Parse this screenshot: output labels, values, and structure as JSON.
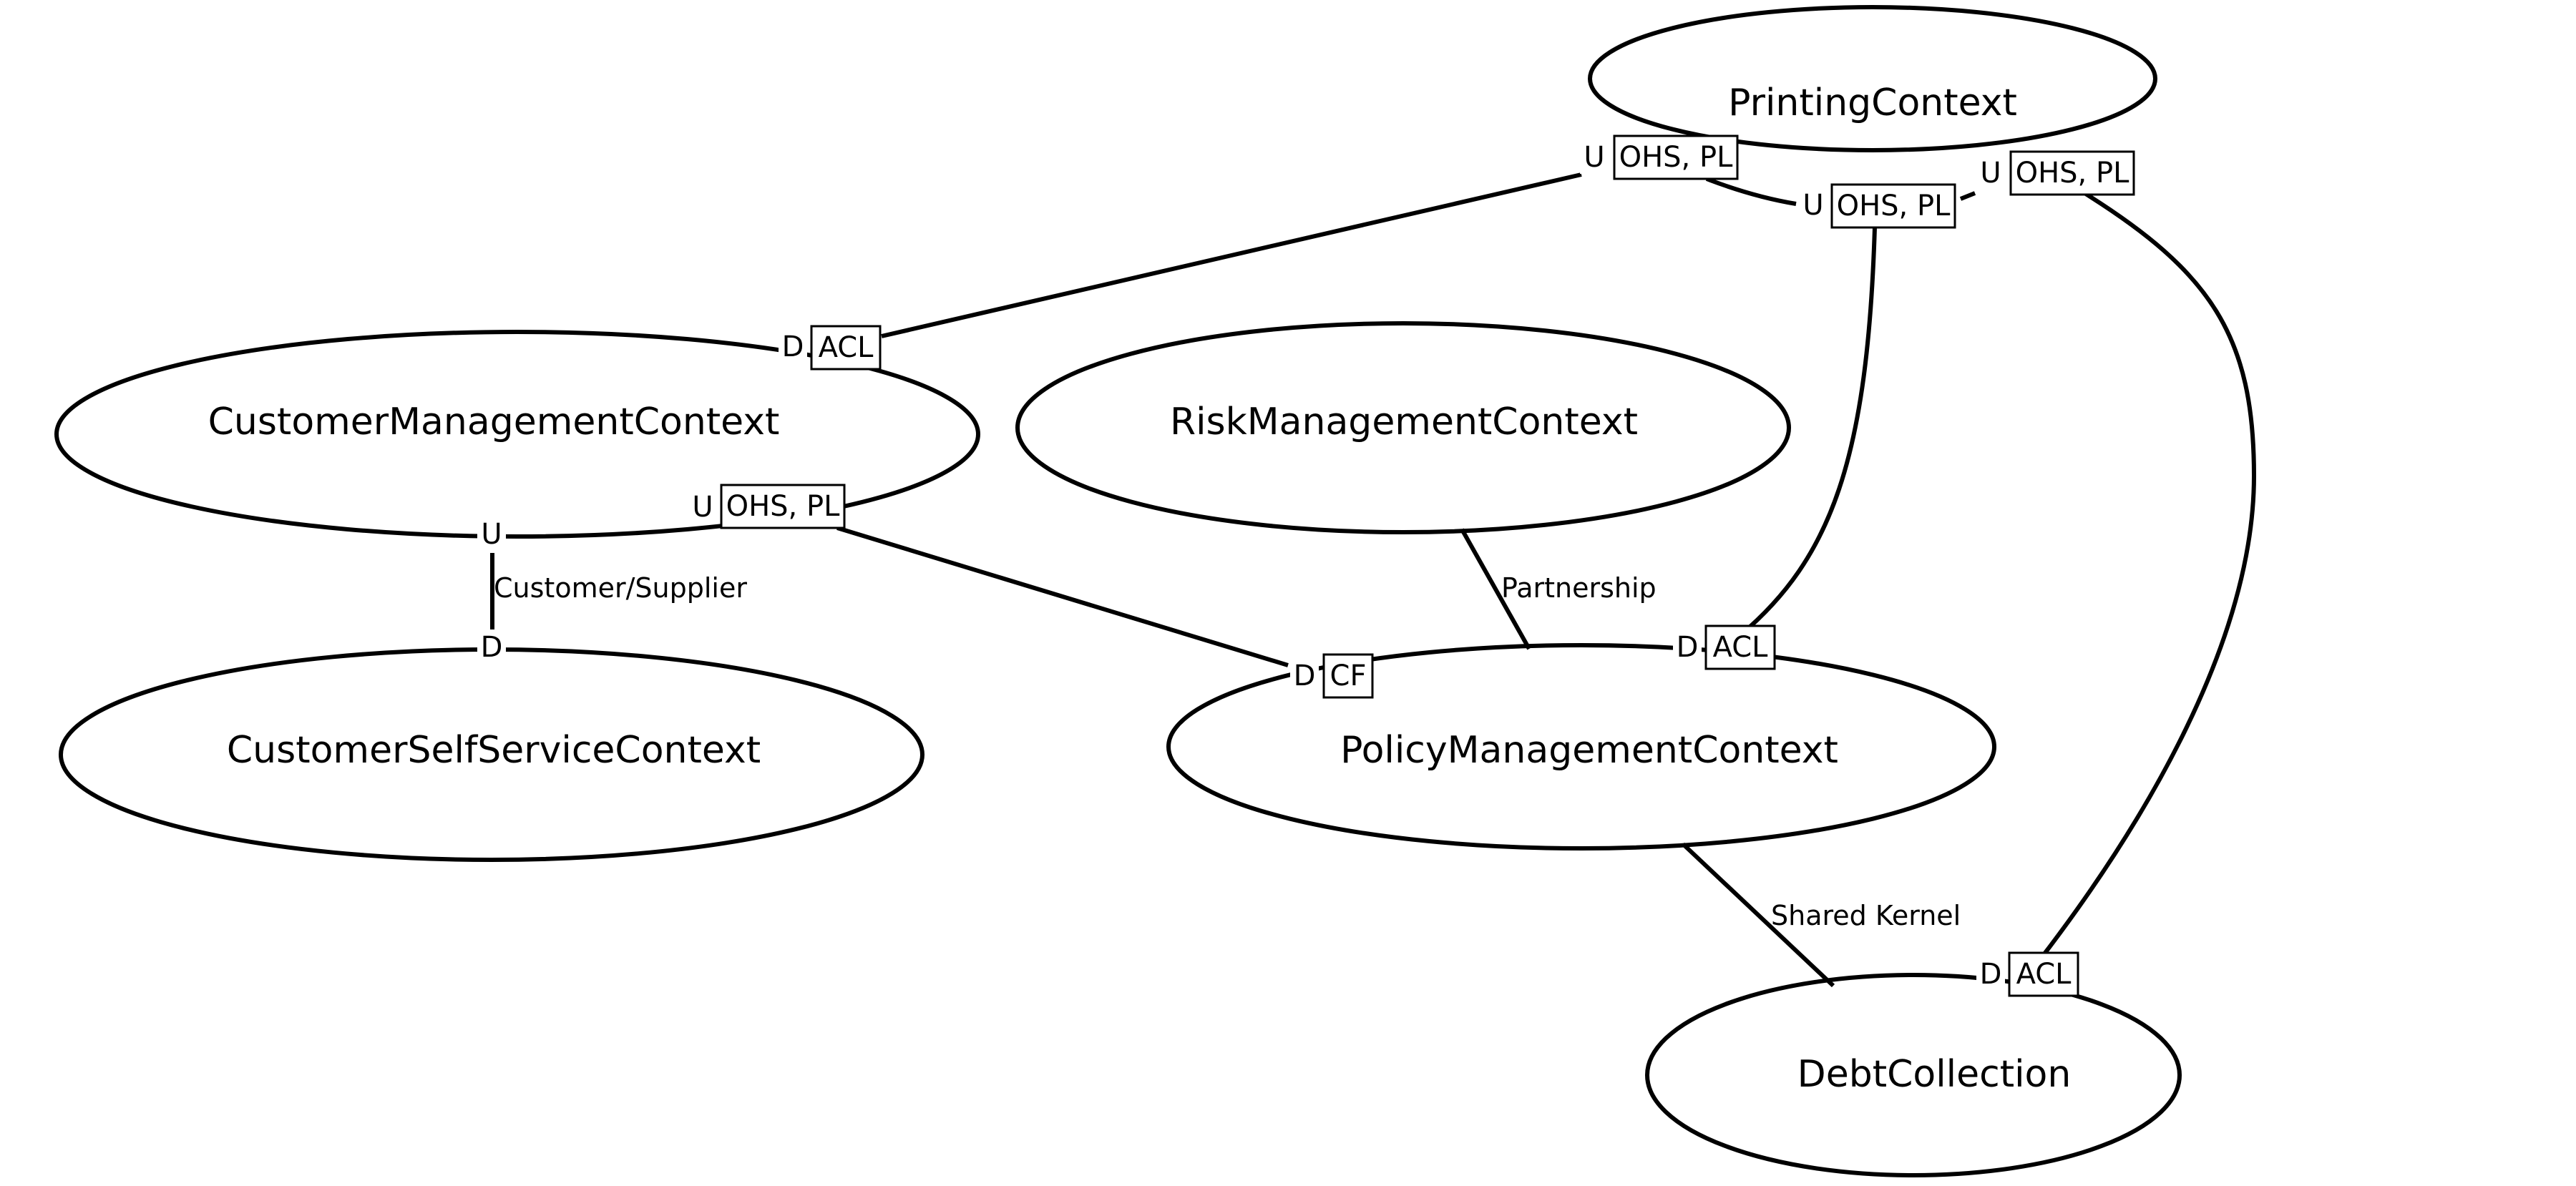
{
  "contexts": {
    "printing": "PrintingContext",
    "customer_management": "CustomerManagementContext",
    "risk_management": "RiskManagementContext",
    "customer_self_service": "CustomerSelfServiceContext",
    "policy_management": "PolicyManagementContext",
    "debt_collection": "DebtCollection"
  },
  "relationships": {
    "customer_supplier": "Customer/Supplier",
    "partnership": "Partnership",
    "shared_kernel": "Shared Kernel"
  },
  "roles": {
    "upstream": "U",
    "downstream": "D"
  },
  "patterns": {
    "ohs_pl": "OHS, PL",
    "acl": "ACL",
    "cf": "CF"
  }
}
